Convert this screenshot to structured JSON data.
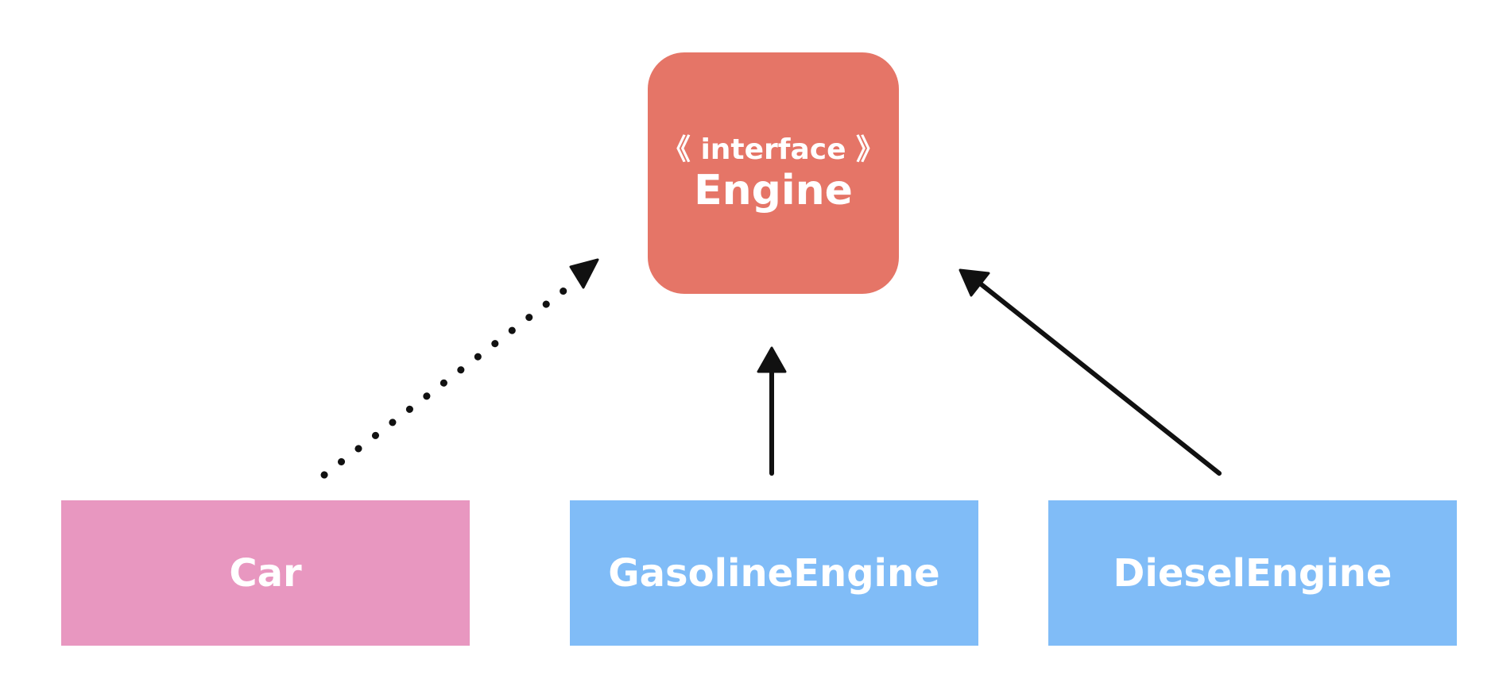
{
  "colors": {
    "interface_fill": "#e57567",
    "car_fill": "#e897c0",
    "engine_impl_fill": "#80bcf7",
    "arrow": "#111111",
    "text": "#ffffff"
  },
  "nodes": {
    "engine": {
      "stereotype": "《 interface 》",
      "name": "Engine"
    },
    "car": {
      "name": "Car"
    },
    "gasoline_engine": {
      "name": "GasolineEngine"
    },
    "diesel_engine": {
      "name": "DieselEngine"
    }
  },
  "edges": [
    {
      "from": "Car",
      "to": "Engine",
      "style": "dotted",
      "head": "filled-arrow"
    },
    {
      "from": "GasolineEngine",
      "to": "Engine",
      "style": "solid",
      "head": "filled-arrow"
    },
    {
      "from": "DieselEngine",
      "to": "Engine",
      "style": "solid",
      "head": "filled-arrow"
    }
  ]
}
